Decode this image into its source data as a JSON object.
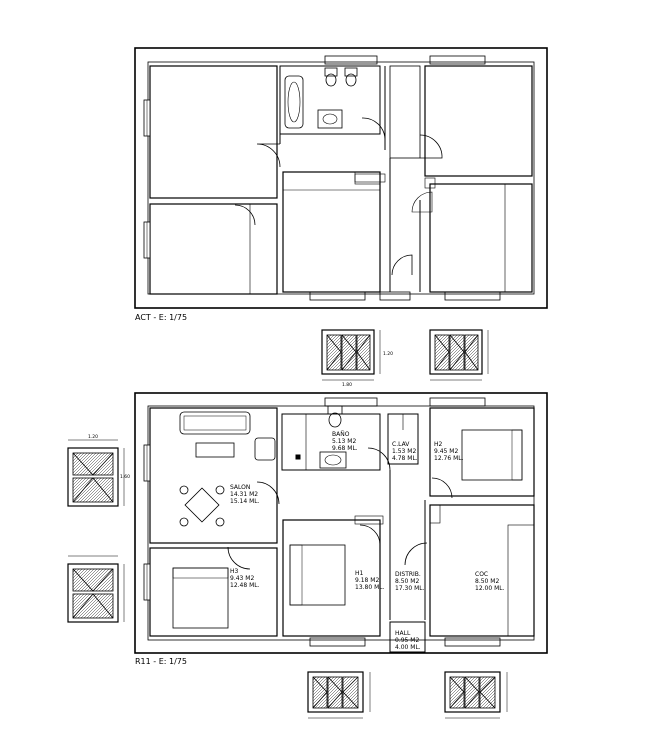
{
  "plans": {
    "act_title": "ACT - E: 1/75",
    "r11_title": "R11 - E: 1/75"
  },
  "rooms": {
    "bano": {
      "name": "BAÑO",
      "area": "5.13 M2",
      "perimeter": "9.68 ML."
    },
    "clav": {
      "name": "C.LAV",
      "area": "1.53 M2",
      "perimeter": "4.78 ML."
    },
    "h2": {
      "name": "H2",
      "area": "9.45 M2",
      "perimeter": "12.76 ML."
    },
    "salon": {
      "name": "SALON",
      "area": "14.31 M2",
      "perimeter": "15.14 ML."
    },
    "h3": {
      "name": "H3",
      "area": "9.43 M2",
      "perimeter": "12.48 ML."
    },
    "h1": {
      "name": "H1",
      "area": "9.18 M2",
      "perimeter": "13.80 ML."
    },
    "distrib": {
      "name": "DISTRIB.",
      "area": "8.50 M2",
      "perimeter": "17.30 ML."
    },
    "coc": {
      "name": "COC",
      "area": "8.50 M2",
      "perimeter": "12.00 ML."
    },
    "hall": {
      "name": "HALL",
      "area": "0.95 M2",
      "perimeter": "4.00 ML."
    }
  },
  "windows": {
    "width_label": "1.80",
    "height_label": "1.20",
    "side_width_label": "1.20",
    "side_height_label": "1.60"
  }
}
